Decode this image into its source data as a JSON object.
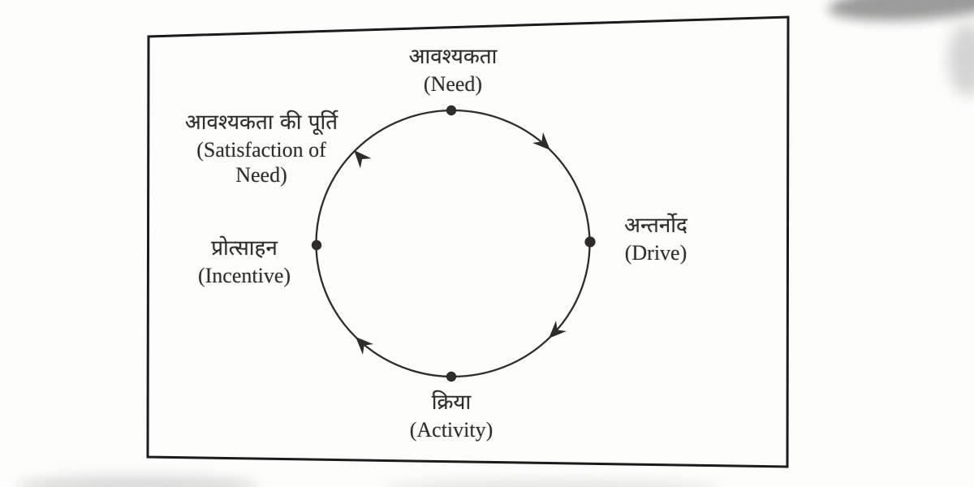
{
  "figure": {
    "kind": "motivation-cycle-diagram",
    "direction": "clockwise",
    "language": "Hindi with English translations"
  },
  "diagram": {
    "nodes": [
      {
        "name": "need",
        "position": "top",
        "hindi": "आवश्यकता",
        "english": "(Need)"
      },
      {
        "name": "drive",
        "position": "right",
        "hindi": "अन्तर्नोद",
        "english": "(Drive)"
      },
      {
        "name": "activity",
        "position": "bottom",
        "hindi": "क्रिया",
        "english": "(Activity)"
      },
      {
        "name": "incentive",
        "position": "left",
        "hindi": "प्रोत्साहन",
        "english": "(Incentive)"
      },
      {
        "name": "satisfaction",
        "position": "upper-left",
        "hindi": "आवश्यकता की पूर्ति",
        "english_lines": [
          "(Satisfaction of",
          "Need)"
        ]
      }
    ]
  },
  "colors": {
    "ink": "#2e2d2b",
    "frame": "#1c1c1c",
    "background": "#fdfdfc"
  }
}
